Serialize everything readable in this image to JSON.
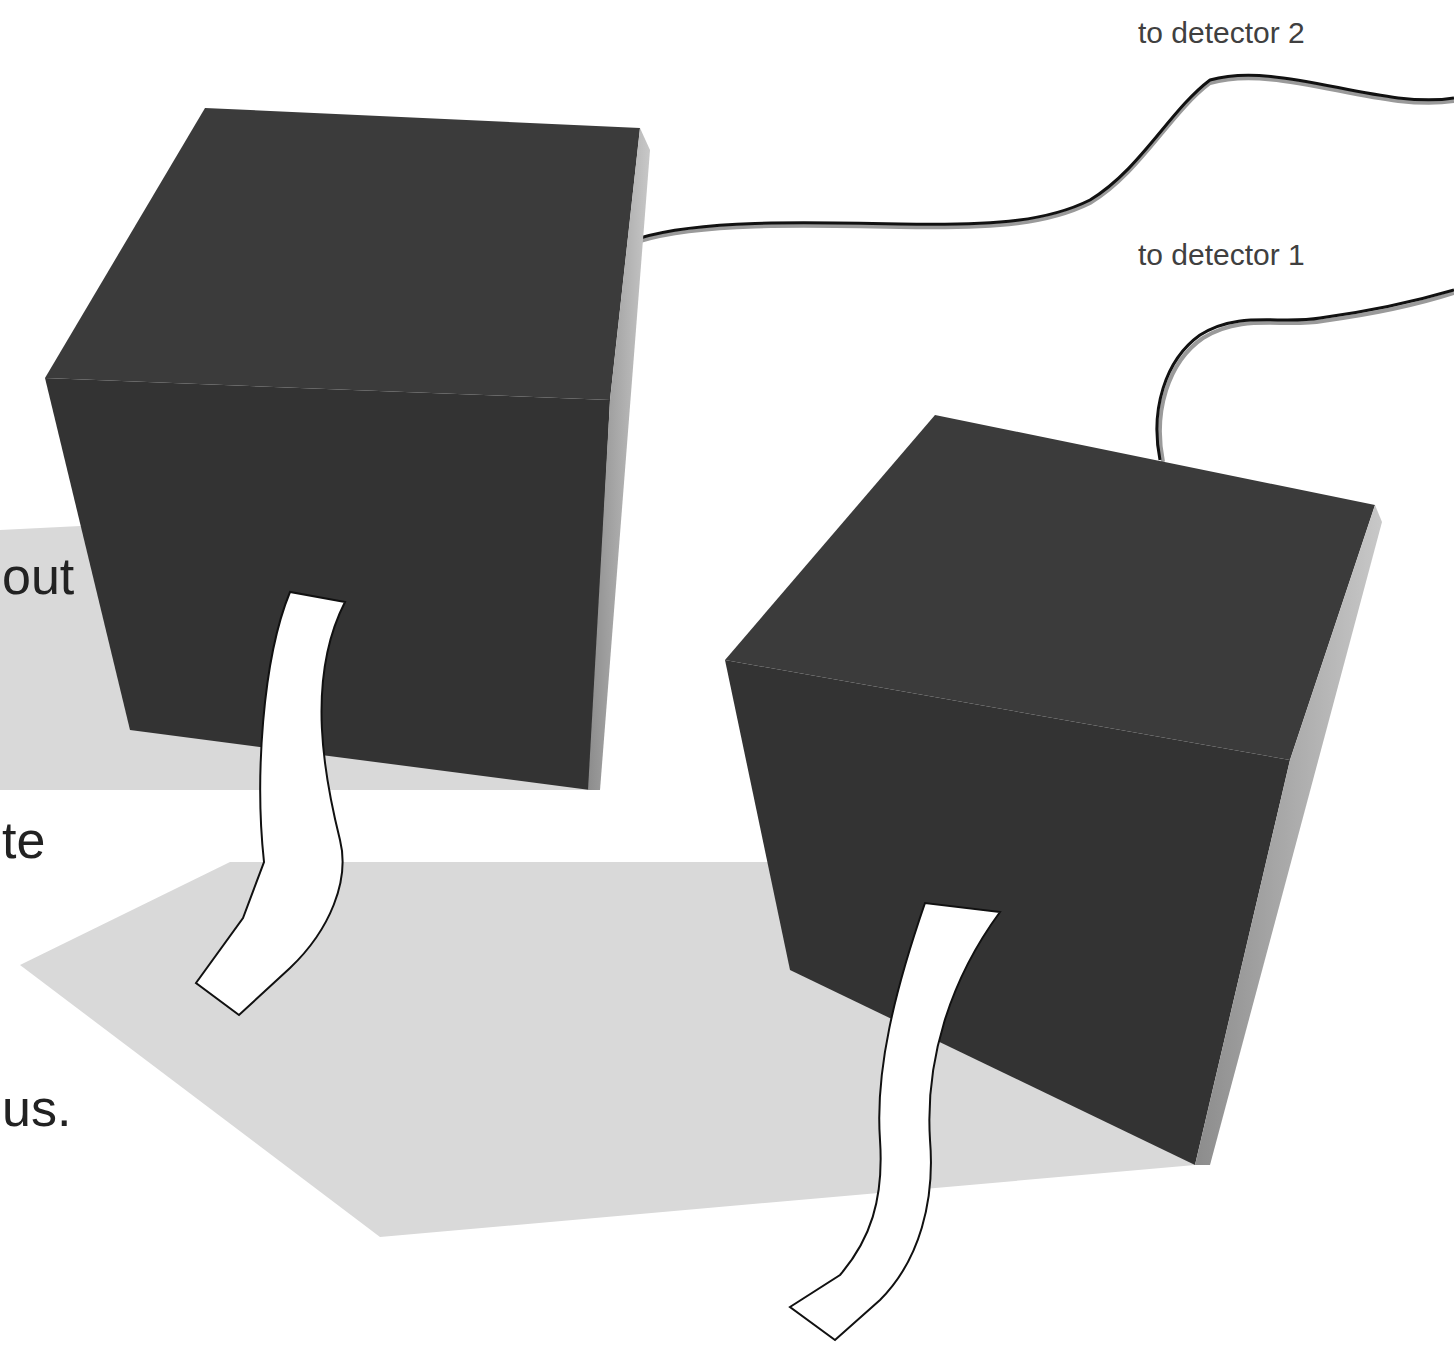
{
  "diagram": {
    "labels": [
      "to detector 2",
      "to detector 1",
      "out",
      "te",
      "us."
    ]
  }
}
